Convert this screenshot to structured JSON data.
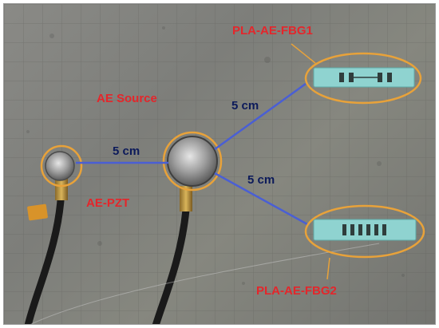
{
  "labels": {
    "ae_source": "AE Source",
    "fbg1": "PLA-AE-FBG1",
    "fbg2": "PLA-AE-FBG2",
    "pzt": "AE-PZT",
    "dist_fbg1": "5 cm",
    "dist_pzt": "5 cm",
    "dist_fbg2": "5 cm"
  },
  "colors": {
    "label_red": "#e4262b",
    "line_blue": "#4a5fd4",
    "distance_text": "#0c1a5a",
    "ellipse_orange": "#e8a23a",
    "fbg_sensor": "#8fd3d0",
    "cable": "#1a1a1a"
  }
}
